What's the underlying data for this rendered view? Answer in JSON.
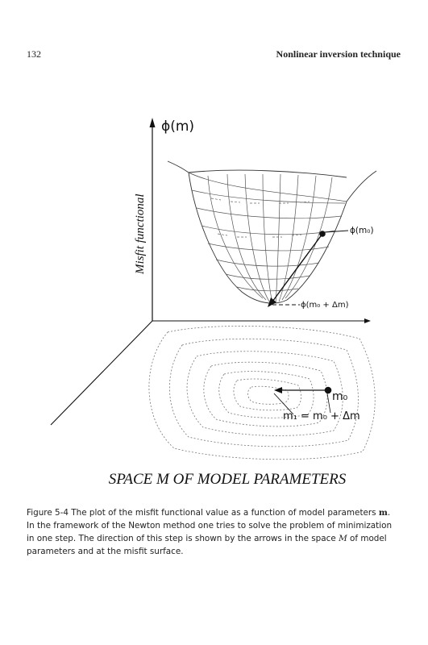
{
  "header": {
    "page_number": "132",
    "running_title": "Nonlinear inversion technique"
  },
  "figure": {
    "phi_axis_label": "ϕ(m)",
    "misfit_axis_label": "Misfit functional",
    "phi_m0_label": "ϕ(m₀)",
    "phi_step_label": "ϕ(m₀ + Δm)",
    "m0_label": "m₀",
    "m1_label": "m₁ = m₀ + Δm",
    "space_title": "SPACE M OF MODEL PARAMETERS"
  },
  "caption": {
    "line1_prefix": "Figure 5-4   The plot of the misfit functional value as a function of model parameters ",
    "line1_symbol": "m",
    "line1_suffix": ".",
    "line2": "In the framework of the Newton method one tries to solve the problem of minimization",
    "line3_prefix": "in one step.  The direction of this step is shown by the arrows in the space ",
    "line3_symbol": "M",
    "line3_suffix": " of model",
    "line4": "parameters and at the misfit surface."
  }
}
